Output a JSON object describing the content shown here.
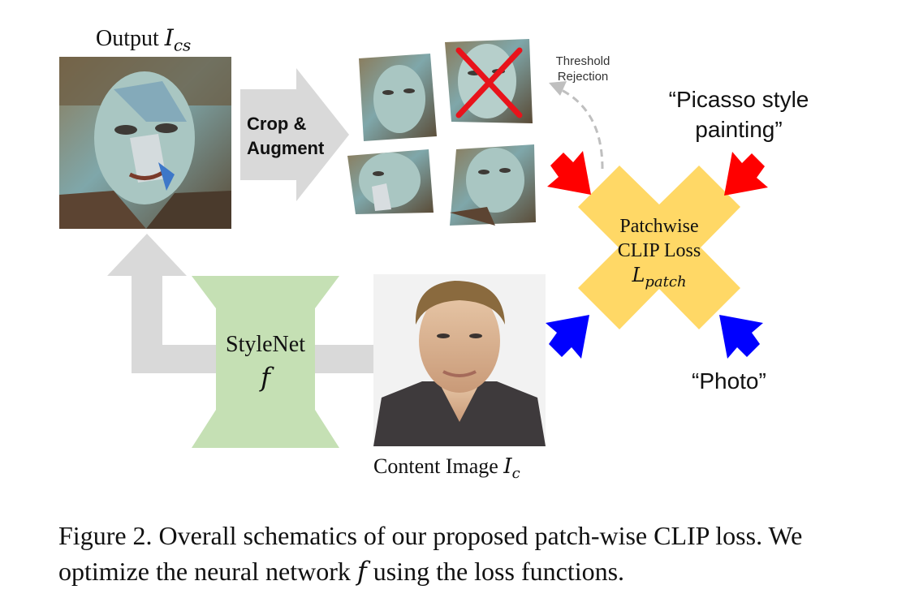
{
  "diagram": {
    "output_label": "Output ",
    "output_symbol": "I",
    "output_sub": "cs",
    "crop_line1": "Crop &",
    "crop_line2": "Augment",
    "threshold_line1": "Threshold",
    "threshold_line2": "Rejection",
    "style_prompt_line1": "“Picasso style",
    "style_prompt_line2": "painting”",
    "loss_line1": "Patchwise",
    "loss_line2": "CLIP Loss",
    "loss_symbol": "L",
    "loss_sub": "patch",
    "stylenet_label": "StyleNet",
    "stylenet_symbol": "f",
    "content_label": "Content Image ",
    "content_symbol": "I",
    "content_sub": "c",
    "photo_prompt": "“Photo”"
  },
  "caption": {
    "prefix": "Figure 2.  Overall schematics of our proposed patch-wise CLIP loss. We optimize the neural network ",
    "symbol": "f",
    "suffix": " using the loss functions."
  },
  "colors": {
    "loss_shape": "#FFD866",
    "stylenet": "#C5E0B4",
    "gray_arrow": "#D9D9D9",
    "red_arrow": "#FF0000",
    "blue_arrow": "#0000FF",
    "reject_cross": "#E8131B"
  }
}
